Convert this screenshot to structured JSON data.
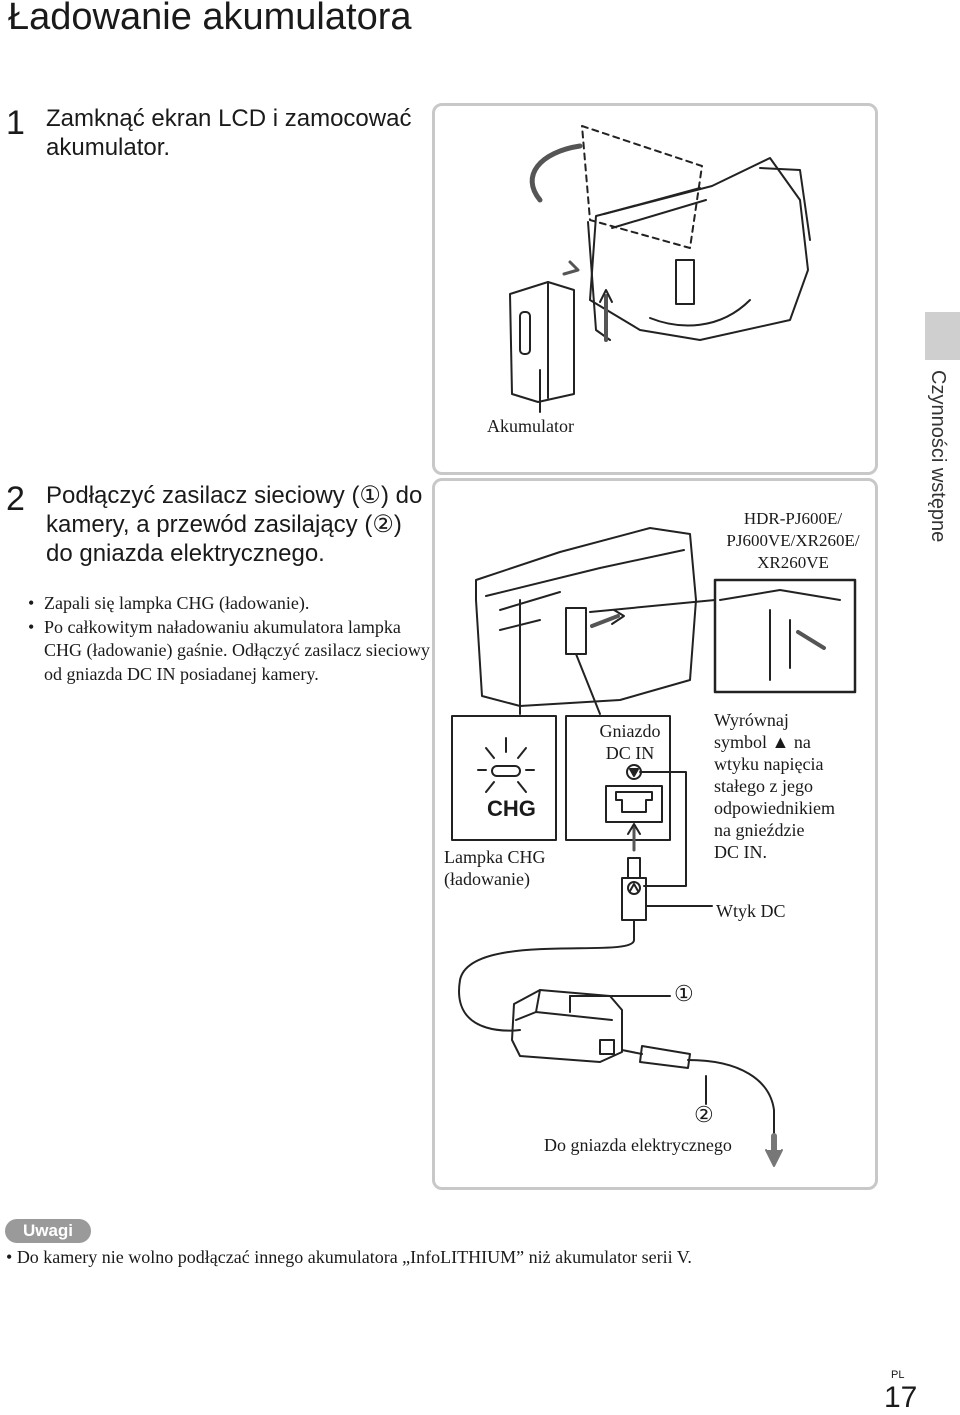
{
  "title": "Ładowanie akumulatora",
  "steps": [
    {
      "number": "1",
      "lines": [
        "Zamknąć ekran LCD i zamocować",
        "akumulator."
      ]
    },
    {
      "number": "2",
      "lines": [
        "Podłączyć zasilacz sieciowy (①) do",
        "kamery, a przewód zasilający (②)",
        "do gniazda elektrycznego."
      ]
    }
  ],
  "bullets": [
    "Zapali się lampka CHG (ładowanie).",
    "Po całkowitym naładowaniu akumulatora lampka CHG (ładowanie) gaśnie. Odłączyć zasilacz sieciowy od gniazda DC IN posiadanej kamery."
  ],
  "figure1": {
    "battery_label": "Akumulator"
  },
  "figure2": {
    "model_lines": [
      "HDR-PJ600E/",
      "PJ600VE/XR260E/",
      "XR260VE"
    ],
    "chg_text": "CHG",
    "lamp_label": [
      "Lampka CHG",
      "(ładowanie)"
    ],
    "socket_label": [
      "Gniazdo",
      "DC IN"
    ],
    "align_label": [
      "Wyrównaj",
      "symbol ▲ na",
      "wtyku napięcia",
      "stałego z jego",
      "odpowiednikiem",
      "na gnieździe",
      "DC IN."
    ],
    "plug_label": "Wtyk DC",
    "marker1": "①",
    "marker2": "②",
    "outlet_label": "Do gniazda elektrycznego"
  },
  "side_tab": "Czynności wstępne",
  "notes_badge": "Uwagi",
  "notes": [
    "Do kamery nie wolno podłączać innego akumulatora „InfoLITHIUM” niż akumulator serii V."
  ],
  "page": {
    "lang": "PL",
    "number": "17"
  }
}
